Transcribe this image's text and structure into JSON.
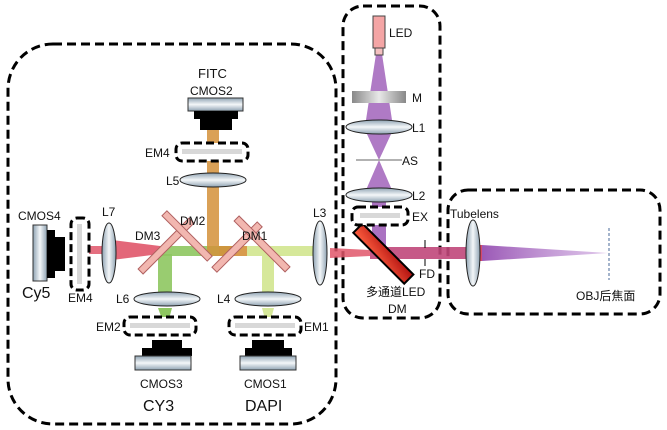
{
  "colors": {
    "red_beam": "#e0566a",
    "violet_beam": "#9b59b6",
    "orange_beam": "#d4903a",
    "green_beam": "#8ec760",
    "yellowgreen_beam": "#d6e89a",
    "dm_fill": "#f2b7b0",
    "led_dm": "#e03020"
  },
  "labels": {
    "fitc": "FITC",
    "cmos2": "CMOS2",
    "em4_top": "EM4",
    "l5": "L5",
    "cmos4": "CMOS4",
    "cy5": "Cy5",
    "em4_left": "EM4",
    "l7": "L7",
    "dm3": "DM3",
    "dm2": "DM2",
    "dm1": "DM1",
    "l3": "L3",
    "l6": "L6",
    "l4": "L4",
    "em2": "EM2",
    "em1": "EM1",
    "cmos3": "CMOS3",
    "cmos1": "CMOS1",
    "cy3": "CY3",
    "dapi": "DAPI",
    "led": "LED",
    "m": "M",
    "l1": "L1",
    "as": "AS",
    "l2": "L2",
    "ex": "EX",
    "fd": "FD",
    "multi_led": "多通道LED",
    "dm": "DM",
    "tubelens": "Tubelens",
    "obj_bfp": "OBJ后焦面"
  }
}
